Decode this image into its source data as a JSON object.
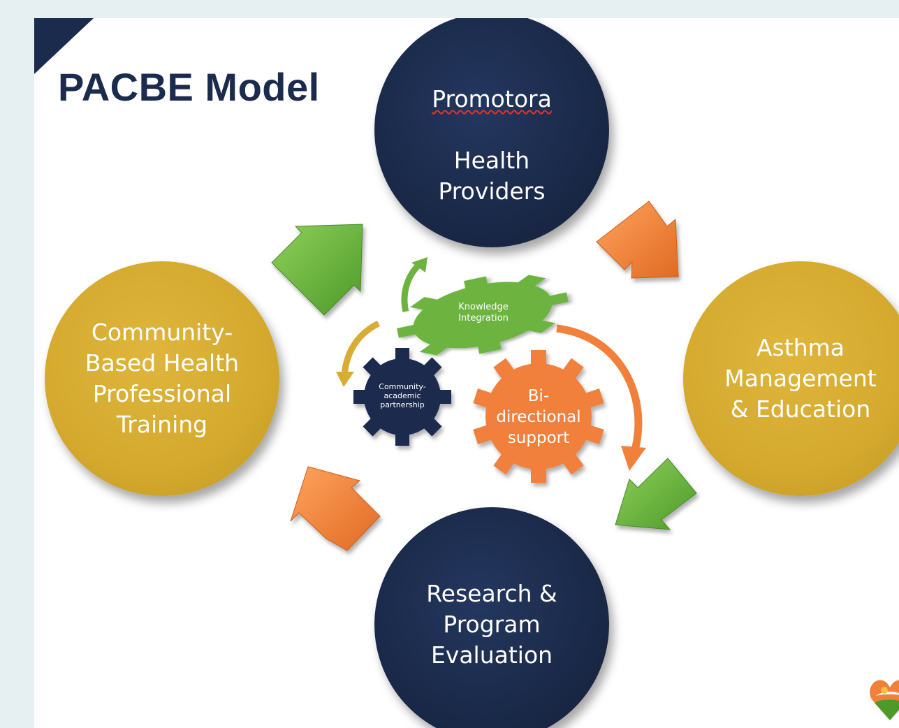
{
  "slide": {
    "title": "PACBE Model"
  },
  "circles": {
    "top": {
      "lines": [
        "Promotora",
        "Health\nProviders"
      ]
    },
    "right": {
      "text": "Asthma\nManagement\n& Education"
    },
    "bottom": {
      "text": "Research &\nProgram\nEvaluation"
    },
    "left": {
      "text": "Community-\nBased Health\nProfessional\nTraining"
    }
  },
  "gears": {
    "knowledge": "Knowledge\nIntegration",
    "partnership": "Community-\nacademic\npartnership",
    "support": "Bi-\ndirectional\nsupport"
  },
  "colors": {
    "navy": "#1b2b4e",
    "gold": "#d4a92e",
    "green": "#6db33f",
    "orange": "#f0803a"
  },
  "icons": {
    "logo": "heart-logo-icon"
  }
}
